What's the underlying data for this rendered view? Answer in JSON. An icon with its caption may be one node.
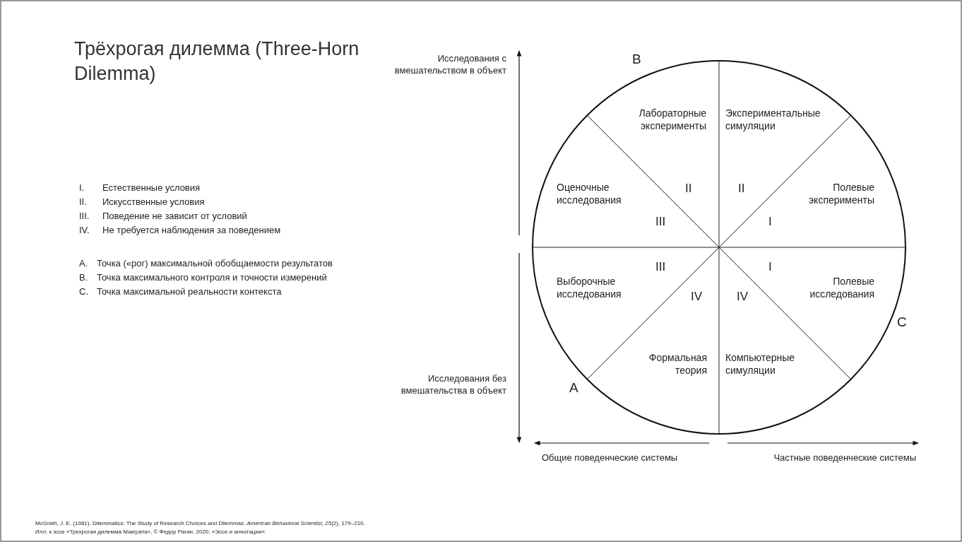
{
  "diagram": {
    "title": "Трёхрогая дилемма (Three-Horn Dilemma)",
    "labels": [
      "I.",
      "Естественные условия",
      "II.",
      "Искусственные условия",
      "III.",
      "Поведение не зависит от условий",
      "IV.",
      "Не требуется наблюдения за поведением",
      "A.",
      "Точка («рог) максимальной обобщаемости результатов",
      "B.",
      "Точка максимального контроля и точности измерений",
      "C.",
      "Точка максимальной реальности контекста",
      "Исследования с вмешательством в объект",
      "B",
      "Лабораторные эксперименты",
      "Экспериментальные симуляции",
      "Оценочные исследования",
      "II",
      "II",
      "Полевые эксперименты",
      "III",
      "I",
      "III",
      "I",
      "Выборочные исследования",
      "IV",
      "IV",
      "Полевые исследования",
      "C",
      "Формальная теория",
      "Компьютерные симуляции",
      "Исследования без вмешательства в объект",
      "A",
      "Общие поведенческие системы",
      "Частные поведенческие системы",
      "McGrath, J. E. (1981). Dilemmatics: The Study of Research Choices and Dilemmas. *American Behavioral Scientist*, *25*(2), 179–210.",
      "Илл. к эссе «Трехрогая дилемма Макграта», © Федор Рагин, 2020, «Эссе и аннотации»."
    ]
  }
}
